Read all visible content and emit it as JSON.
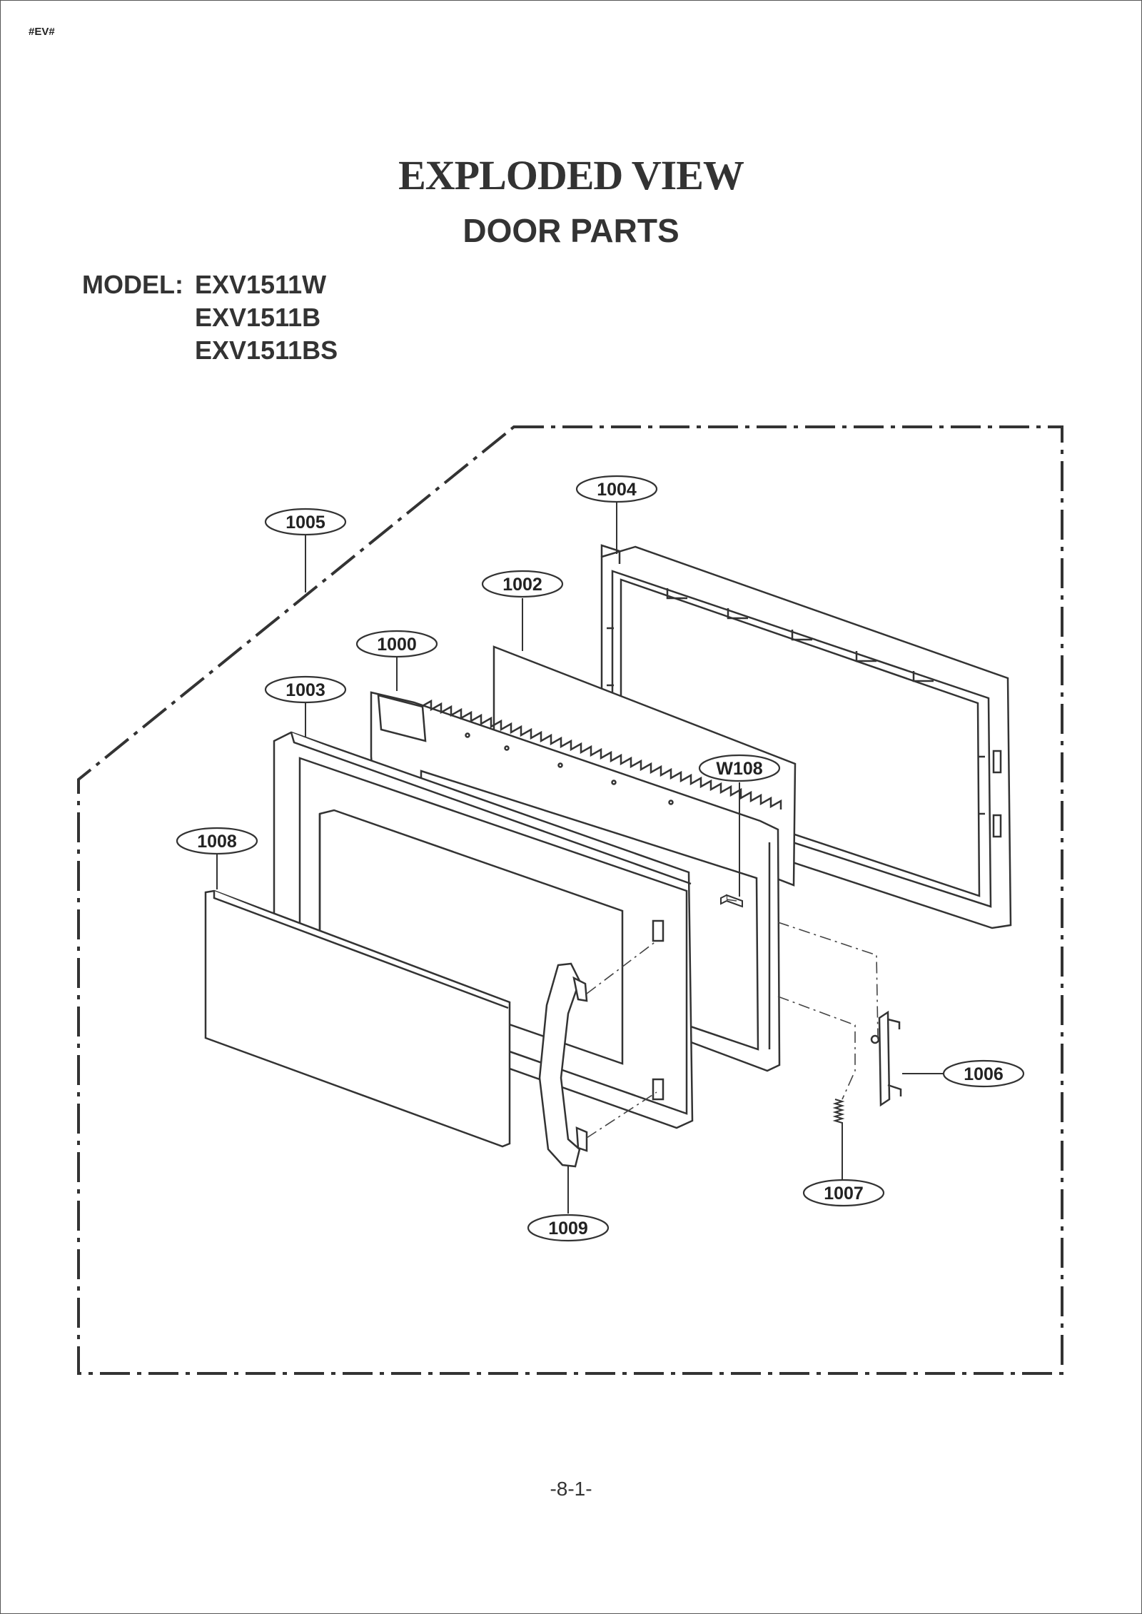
{
  "header_tag": "#EV#",
  "title": "EXPLODED VIEW",
  "subtitle": "DOOR PARTS",
  "model": {
    "label": "MODEL:",
    "numbers": [
      "EXV1511W",
      "EXV1511B",
      "EXV1511BS"
    ]
  },
  "callouts": {
    "c1005": "1005",
    "c1004": "1004",
    "c1002": "1002",
    "c1000": "1000",
    "c1003": "1003",
    "cW108": "W108",
    "c1008": "1008",
    "c1006": "1006",
    "c1007": "1007",
    "c1009": "1009"
  },
  "page_number": "-8-1-"
}
